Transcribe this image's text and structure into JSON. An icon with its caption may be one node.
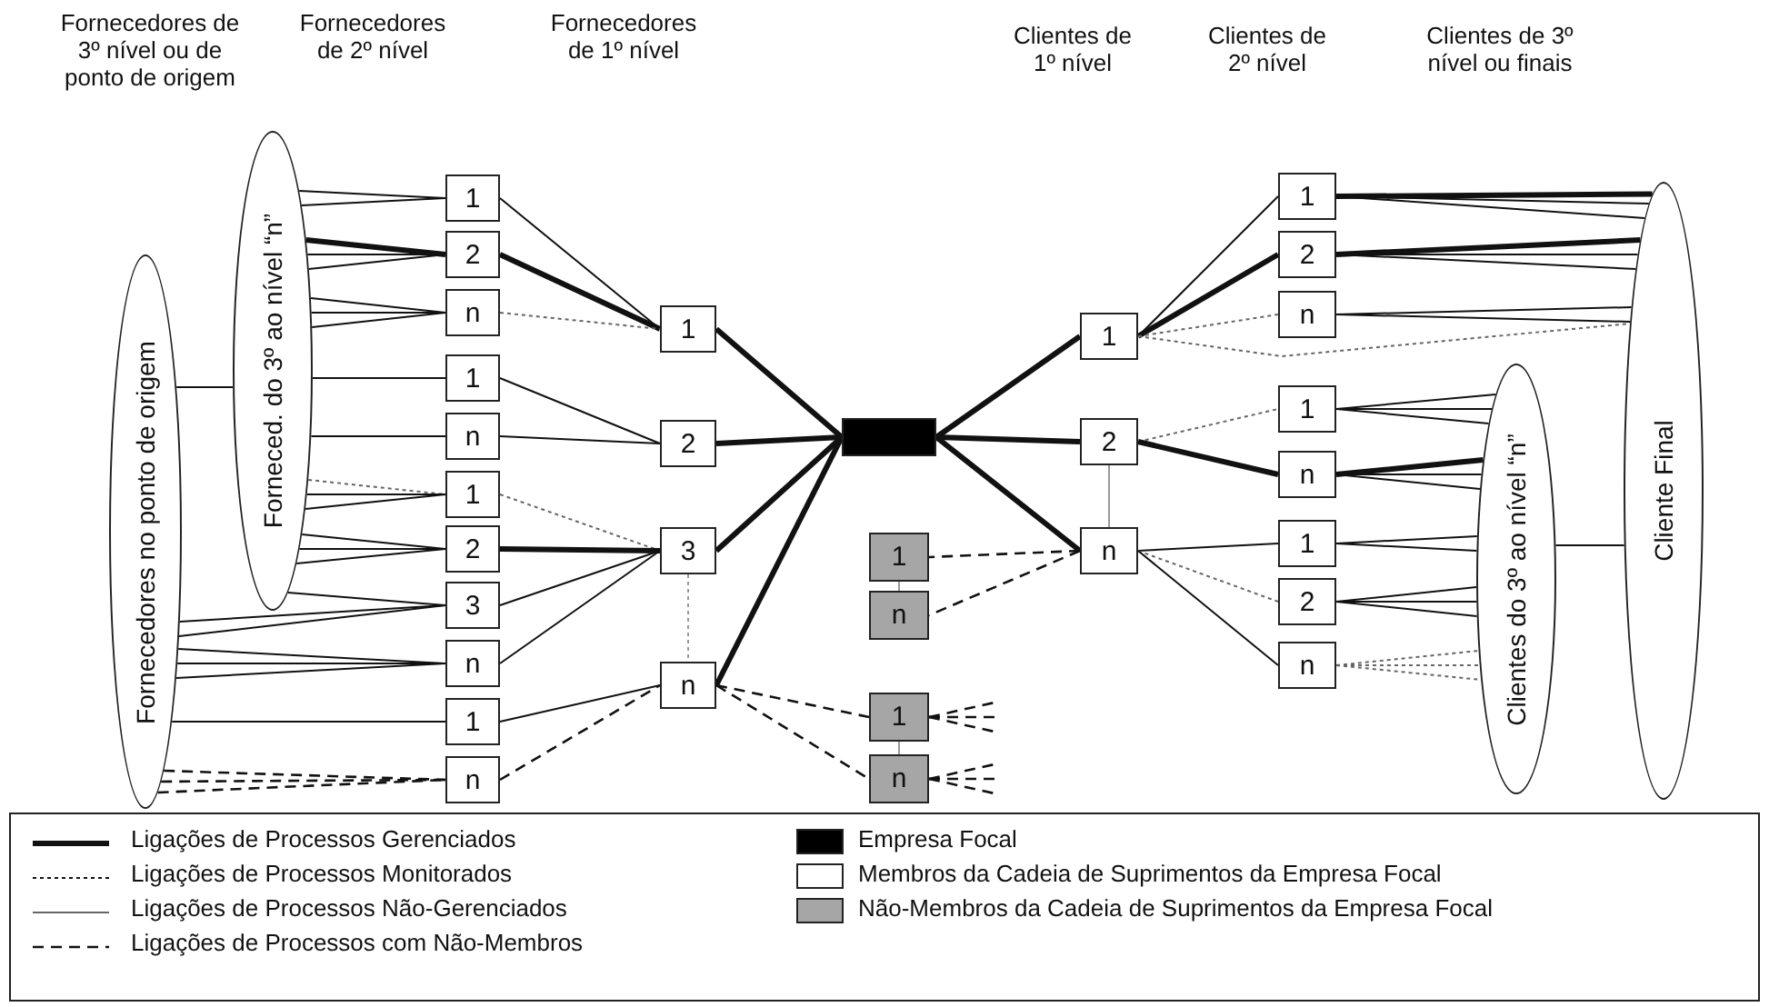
{
  "diagram": {
    "nodes": [
      {
        "text": [
          "Fornecedores no ponto de origem"
        ]
      },
      {
        "text": [
          "Forneced. do 3º ao nível “n”"
        ]
      },
      {
        "text": [
          "1"
        ]
      },
      {
        "text": [
          "2"
        ]
      },
      {
        "text": [
          "n"
        ]
      },
      {
        "text": [
          "1"
        ]
      },
      {
        "text": [
          "n"
        ]
      },
      {
        "text": [
          "1"
        ]
      },
      {
        "text": [
          "2"
        ]
      },
      {
        "text": [
          "3"
        ]
      },
      {
        "text": [
          "n"
        ]
      },
      {
        "text": [
          "1"
        ]
      },
      {
        "text": [
          "n"
        ]
      },
      {
        "text": [
          "1"
        ]
      },
      {
        "text": [
          "2"
        ]
      },
      {
        "text": [
          "3"
        ]
      },
      {
        "text": [
          "n"
        ]
      },
      {
        "text": [],
        "shape": "box"
      },
      {
        "text": [
          "1"
        ]
      },
      {
        "text": [
          "n"
        ]
      },
      {
        "text": [
          "1"
        ]
      },
      {
        "text": [
          "n"
        ]
      },
      {
        "text": [
          "1"
        ]
      },
      {
        "text": [
          "2"
        ]
      },
      {
        "text": [
          "n"
        ]
      },
      {
        "text": [
          "1"
        ]
      },
      {
        "text": [
          "2"
        ]
      },
      {
        "text": [
          "n"
        ]
      },
      {
        "text": [
          "1"
        ]
      },
      {
        "text": [
          "n"
        ]
      },
      {
        "text": [
          "1"
        ]
      },
      {
        "text": [
          "2"
        ]
      },
      {
        "text": [
          "n"
        ]
      },
      {
        "text": [
          "Clientes do 3º ao nível “n”"
        ]
      },
      {
        "text": [
          "Cliente Final"
        ]
      }
    ],
    "edges": [
      {
        "from": 0,
        "to": 1,
        "arrow": "none"
      },
      {
        "from": 1,
        "to": 2,
        "arrow": "none"
      },
      {
        "from": 1,
        "to": 2,
        "arrow": "none"
      },
      {
        "from": 1,
        "to": 3,
        "arrow": "none",
        "style": "thick"
      },
      {
        "from": 1,
        "to": 3,
        "arrow": "none"
      },
      {
        "from": 1,
        "to": 3,
        "arrow": "none"
      },
      {
        "from": 1,
        "to": 4,
        "arrow": "none"
      },
      {
        "from": 1,
        "to": 4,
        "arrow": "none"
      },
      {
        "from": 1,
        "to": 4,
        "arrow": "none"
      },
      {
        "from": 1,
        "to": 5,
        "arrow": "none"
      },
      {
        "from": 1,
        "to": 6,
        "arrow": "none"
      },
      {
        "from": 1,
        "to": 7,
        "arrow": "none",
        "style": "dashed",
        "color": "#666666"
      },
      {
        "from": 1,
        "to": 7,
        "arrow": "none"
      },
      {
        "from": 1,
        "to": 7,
        "arrow": "none"
      },
      {
        "from": 1,
        "to": 8,
        "arrow": "none"
      },
      {
        "from": 1,
        "to": 8,
        "arrow": "none"
      },
      {
        "from": 1,
        "to": 8,
        "arrow": "none"
      },
      {
        "from": 1,
        "to": 9,
        "arrow": "none"
      },
      {
        "from": 0,
        "to": 9,
        "arrow": "none"
      },
      {
        "from": 0,
        "to": 9,
        "arrow": "none"
      },
      {
        "from": 0,
        "to": 10,
        "arrow": "none"
      },
      {
        "from": 0,
        "to": 10,
        "arrow": "none"
      },
      {
        "from": 0,
        "to": 10,
        "arrow": "none"
      },
      {
        "from": 0,
        "to": 11,
        "arrow": "none"
      },
      {
        "from": 0,
        "to": 12,
        "arrow": "none",
        "style": "dashed"
      },
      {
        "from": 0,
        "to": 12,
        "arrow": "none",
        "style": "dashed"
      },
      {
        "from": 0,
        "to": 12,
        "arrow": "none",
        "style": "dashed"
      },
      {
        "from": 2,
        "to": 13,
        "arrow": "none"
      },
      {
        "from": 3,
        "to": 13,
        "arrow": "none",
        "style": "thick"
      },
      {
        "from": 4,
        "to": 13,
        "arrow": "none",
        "style": "dashed",
        "color": "#666666"
      },
      {
        "from": 5,
        "to": 14,
        "arrow": "none"
      },
      {
        "from": 6,
        "to": 14,
        "arrow": "none"
      },
      {
        "from": 7,
        "to": 15,
        "arrow": "none",
        "style": "dashed",
        "color": "#666666"
      },
      {
        "from": 8,
        "to": 15,
        "arrow": "none",
        "style": "thick"
      },
      {
        "from": 9,
        "to": 15,
        "arrow": "none"
      },
      {
        "from": 10,
        "to": 15,
        "arrow": "none"
      },
      {
        "from": 11,
        "to": 16,
        "arrow": "none"
      },
      {
        "from": 12,
        "to": 16,
        "arrow": "none",
        "style": "dashed"
      },
      {
        "from": 15,
        "to": 16,
        "arrow": "none",
        "style": "dashed",
        "color": "#999999"
      },
      {
        "from": 13,
        "to": 17,
        "arrow": "none",
        "style": "thick"
      },
      {
        "from": 14,
        "to": 17,
        "arrow": "none",
        "style": "thick"
      },
      {
        "from": 15,
        "to": 17,
        "arrow": "none",
        "style": "thick"
      },
      {
        "from": 16,
        "to": 17,
        "arrow": "none",
        "style": "thick"
      },
      {
        "from": 16,
        "to": 20,
        "arrow": "none",
        "style": "dashed"
      },
      {
        "from": 16,
        "to": 21,
        "arrow": "none",
        "style": "dashed"
      },
      {
        "from": 20,
        "to": null,
        "arrow": "none",
        "style": "dashed"
      },
      {
        "from": 20,
        "to": null,
        "arrow": "none",
        "style": "dashed"
      },
      {
        "from": 20,
        "to": null,
        "arrow": "none",
        "style": "dashed"
      },
      {
        "from": 21,
        "to": null,
        "arrow": "none",
        "style": "dashed"
      },
      {
        "from": 21,
        "to": null,
        "arrow": "none",
        "style": "dashed"
      },
      {
        "from": 21,
        "to": null,
        "arrow": "none",
        "style": "dashed"
      },
      {
        "from": 18,
        "to": 19,
        "arrow": "none",
        "color": "#999999"
      },
      {
        "from": 20,
        "to": 21,
        "arrow": "none",
        "color": "#999999"
      },
      {
        "from": 24,
        "to": 18,
        "arrow": "none",
        "style": "dashed"
      },
      {
        "from": 24,
        "to": 19,
        "arrow": "none",
        "style": "dashed"
      },
      {
        "from": 17,
        "to": 22,
        "arrow": "none",
        "style": "thick"
      },
      {
        "from": 17,
        "to": 23,
        "arrow": "none",
        "style": "thick"
      },
      {
        "from": 17,
        "to": 24,
        "arrow": "none",
        "style": "thick"
      },
      {
        "from": 22,
        "to": 25,
        "arrow": "none"
      },
      {
        "from": 22,
        "to": 26,
        "arrow": "none",
        "style": "thick"
      },
      {
        "from": 22,
        "to": 27,
        "arrow": "none",
        "style": "dashed",
        "color": "#666666"
      },
      {
        "from": 22,
        "to": 34,
        "arrow": "none",
        "style": "dashed",
        "color": "#666666"
      },
      {
        "from": 23,
        "to": 28,
        "arrow": "none",
        "style": "dashed",
        "color": "#666666"
      },
      {
        "from": 23,
        "to": 29,
        "arrow": "none",
        "style": "thick"
      },
      {
        "from": 23,
        "to": 24,
        "arrow": "none",
        "color": "#999999"
      },
      {
        "from": 24,
        "to": 30,
        "arrow": "none"
      },
      {
        "from": 24,
        "to": 31,
        "arrow": "none",
        "style": "dashed",
        "color": "#666666"
      },
      {
        "from": 24,
        "to": 32,
        "arrow": "none"
      },
      {
        "from": 25,
        "to": 34,
        "arrow": "none",
        "style": "thick"
      },
      {
        "from": 25,
        "to": 34,
        "arrow": "none"
      },
      {
        "from": 25,
        "to": 34,
        "arrow": "none"
      },
      {
        "from": 25,
        "to": 34,
        "arrow": "none"
      },
      {
        "from": 26,
        "to": 34,
        "arrow": "none",
        "style": "thick"
      },
      {
        "from": 26,
        "to": 34,
        "arrow": "none"
      },
      {
        "from": 26,
        "to": 34,
        "arrow": "none"
      },
      {
        "from": 27,
        "to": 34,
        "arrow": "none"
      },
      {
        "from": 27,
        "to": 34,
        "arrow": "none"
      },
      {
        "from": 28,
        "to": 33,
        "arrow": "none"
      },
      {
        "from": 28,
        "to": 33,
        "arrow": "none"
      },
      {
        "from": 28,
        "to": 33,
        "arrow": "none"
      },
      {
        "from": 29,
        "to": 33,
        "arrow": "none",
        "style": "thick"
      },
      {
        "from": 29,
        "to": 33,
        "arrow": "none"
      },
      {
        "from": 29,
        "to": 33,
        "arrow": "none"
      },
      {
        "from": 30,
        "to": 33,
        "arrow": "none"
      },
      {
        "from": 30,
        "to": 33,
        "arrow": "none"
      },
      {
        "from": 31,
        "to": 33,
        "arrow": "none"
      },
      {
        "from": 31,
        "to": 33,
        "arrow": "none"
      },
      {
        "from": 31,
        "to": 33,
        "arrow": "none"
      },
      {
        "from": 32,
        "to": 33,
        "arrow": "none",
        "style": "dashed",
        "color": "#666666"
      },
      {
        "from": 32,
        "to": 33,
        "arrow": "none",
        "style": "dashed",
        "color": "#666666"
      },
      {
        "from": 32,
        "to": 33,
        "arrow": "none",
        "style": "dashed",
        "color": "#666666"
      },
      {
        "from": 33,
        "to": 34,
        "arrow": "none"
      }
    ],
    "labels": [
      "Fornecedores de 3º nível ou de ponto de origem",
      "Fornecedores de 2º nível",
      "Fornecedores de 1º nível",
      "Clientes de 1º nível",
      "Clientes de 2º nível",
      "Clientes de 3º nível ou finais"
    ],
    "legend": [
      {
        "text": "Ligações de Processos Gerenciados"
      },
      {
        "text": "Ligações de Processos Monitorados"
      },
      {
        "text": "Ligações de Processos Não-Gerenciados"
      },
      {
        "text": "Ligações de Processos com Não-Membros"
      },
      {
        "text": "Empresa Focal",
        "color": "#000000"
      },
      {
        "text": "Membros da Cadeia de Suprimentos da Empresa Focal",
        "color": "#ffffff"
      },
      {
        "text": "Não-Membros da Cadeia de Suprimentos da Empresa Focal",
        "color": "#a6a6a6"
      }
    ]
  }
}
